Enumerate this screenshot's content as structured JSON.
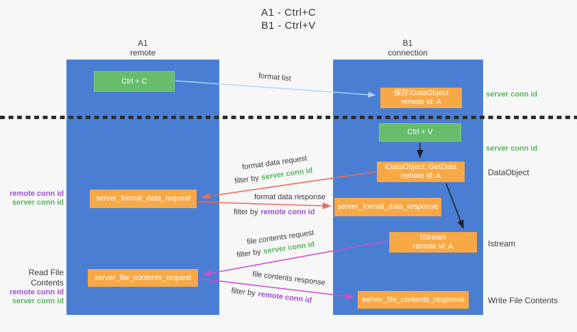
{
  "title": {
    "line1": "A1 - Ctrl+C",
    "line2": "B1 - Ctrl+V"
  },
  "lanes": {
    "left": {
      "name": "A1",
      "role": "remote"
    },
    "right": {
      "name": "B1",
      "role": "connection"
    }
  },
  "nodes": {
    "ctrl_c": {
      "label": "Ctrl + C"
    },
    "save_idataobject": {
      "line1": "保存IDataObject",
      "line2": "remote id: A"
    },
    "ctrl_v": {
      "label": "Ctrl + V"
    },
    "getdata": {
      "line1": "IDataObject::GetData",
      "line2": "remote id: A"
    },
    "format_request": {
      "label": "server_format_data_request"
    },
    "format_response": {
      "label": "server_format_data_response"
    },
    "istream": {
      "line1": "IStream",
      "line2": "remote id: A"
    },
    "file_request": {
      "label": "server_file_contents_request"
    },
    "file_response": {
      "label": "server_file_contents_response"
    }
  },
  "edges": {
    "format_list": {
      "label": "format list"
    },
    "format_data_request": {
      "label": "format data request",
      "filter_prefix": "filter by",
      "filter_key": "server conn id"
    },
    "format_data_response": {
      "label": "format data response",
      "filter_prefix": "filter by",
      "filter_key": "remote conn id"
    },
    "file_contents_request": {
      "label": "file contents request",
      "filter_prefix": "filter by",
      "filter_key": "server conn id"
    },
    "file_contents_response": {
      "label": "file contents response",
      "filter_prefix": "filter by",
      "filter_key": "remote conn id"
    }
  },
  "side_labels": {
    "right_server_conn_id_top": "server conn id",
    "right_server_conn_id_mid": "server conn id",
    "right_dataobject": "DataObject",
    "right_istream": "Istream",
    "right_write_file_contents": "Write File Contents",
    "left_remote_conn_id_top": "remote conn id",
    "left_server_conn_id_top": "server conn id",
    "left_read_file_contents": "Read File Contents",
    "left_remote_conn_id_bottom": "remote conn id",
    "left_server_conn_id_bottom": "server conn id"
  },
  "colors": {
    "lane_blue": "#4a7ed2",
    "node_green": "#68bd6d",
    "node_orange": "#f8a845",
    "conn_id_green": "#53b658",
    "conn_id_purple": "#a04fd0",
    "arrow_red": "#e96a5e",
    "arrow_magenta": "#cc4fcb",
    "arrow_lightblue": "#aed7f2",
    "arrow_black": "#1f1f1f"
  }
}
